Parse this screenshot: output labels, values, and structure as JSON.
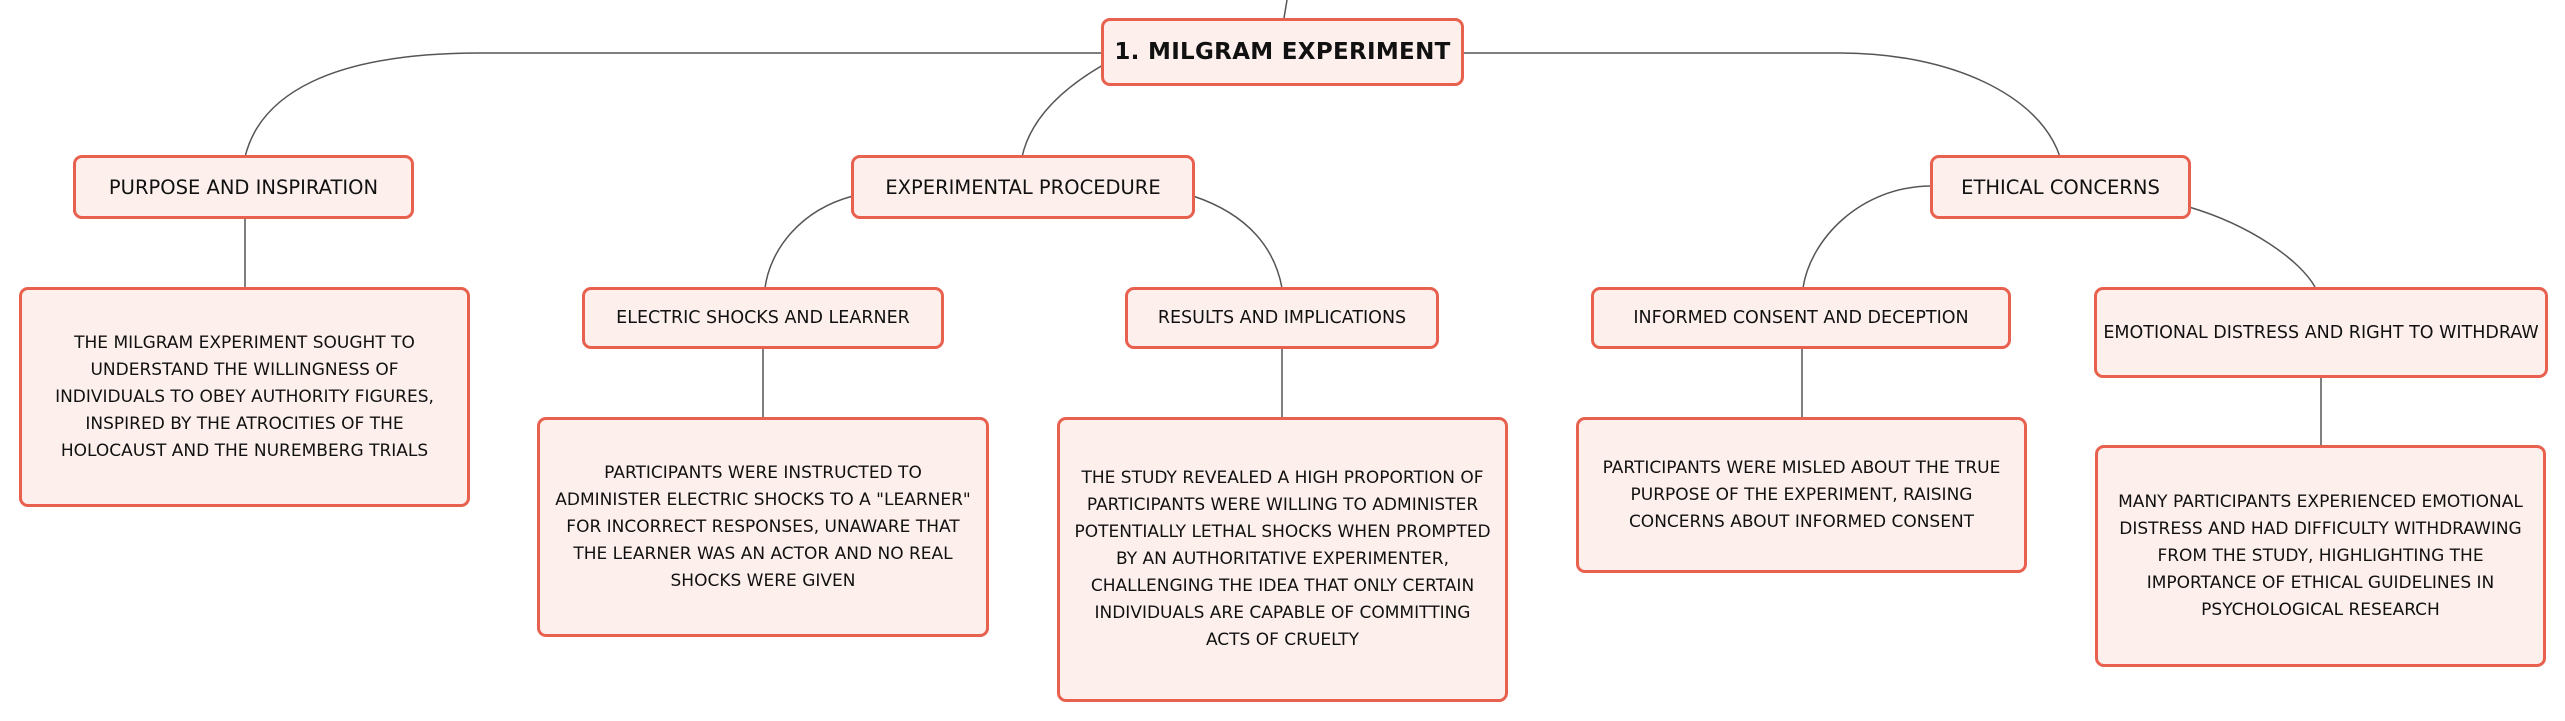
{
  "mindmap": {
    "root": {
      "label": "1. Milgram Experiment"
    },
    "branches": [
      {
        "label": "Purpose and Inspiration",
        "detail": "The Milgram experiment sought to understand the willingness of individuals to obey authority figures, inspired by the atrocities of the Holocaust and the Nuremberg Trials"
      },
      {
        "label": "Experimental Procedure",
        "children": [
          {
            "label": "Electric Shocks and Learner",
            "detail": "Participants were instructed to administer electric shocks to a \"learner\" for incorrect responses, unaware that the learner was an actor and no real shocks were given"
          },
          {
            "label": "Results and Implications",
            "detail": "The study revealed a high proportion of participants were willing to administer potentially lethal shocks when prompted by an authoritative experimenter, challenging the idea that only certain individuals are capable of committing acts of cruelty"
          }
        ]
      },
      {
        "label": "Ethical Concerns",
        "children": [
          {
            "label": "Informed Consent and Deception",
            "detail": "Participants were misled about the true purpose of the experiment, raising concerns about informed consent"
          },
          {
            "label": "Emotional Distress and Right to Withdraw",
            "detail": "Many participants experienced emotional distress and had difficulty withdrawing from the study, highlighting the importance of ethical guidelines in psychological research"
          }
        ]
      }
    ]
  },
  "colors": {
    "node_fill": "#fdf0ec",
    "node_border": "#e8604e",
    "connector": "#555555",
    "text": "#111111"
  }
}
